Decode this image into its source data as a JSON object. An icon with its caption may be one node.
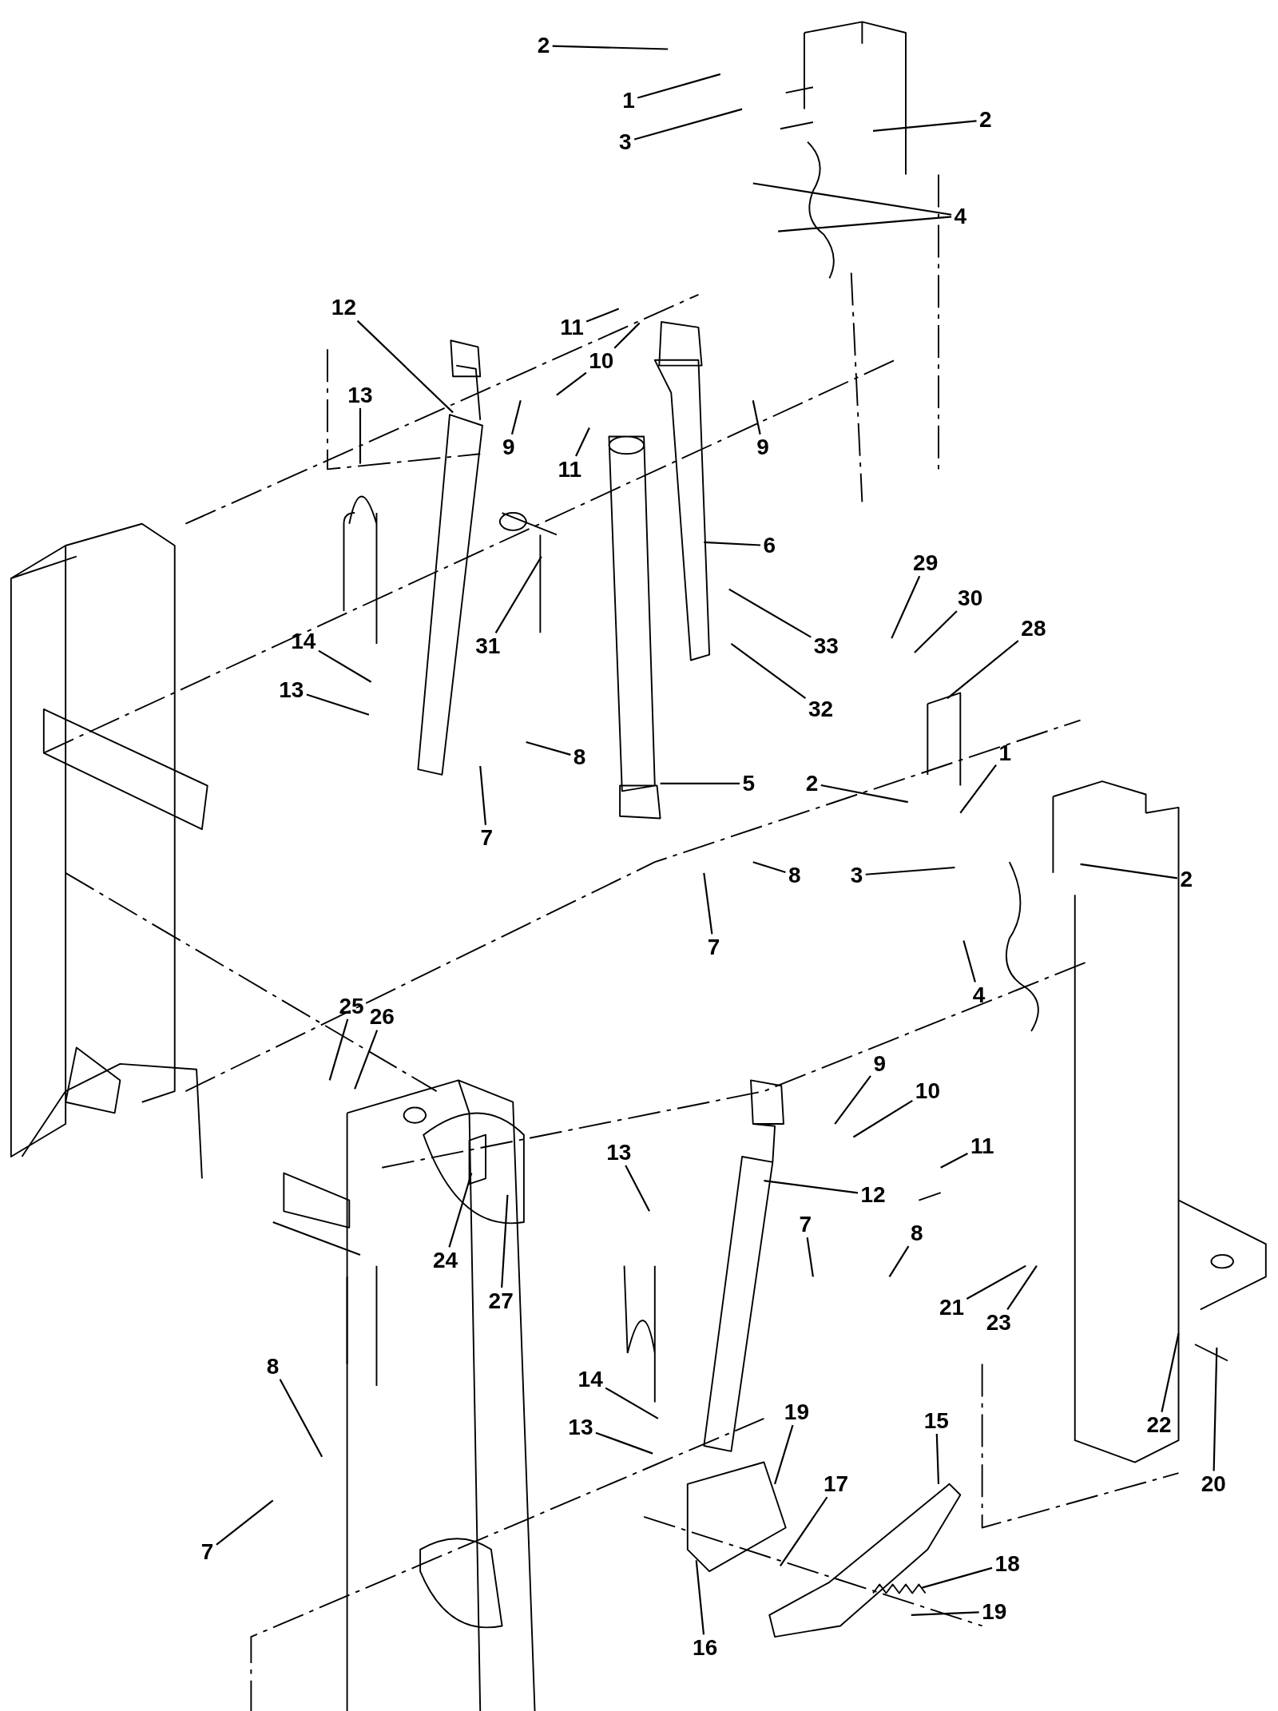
{
  "diagram": {
    "nodes": [
      {
        "text": [
          "2"
        ]
      },
      {
        "text": [
          "1"
        ]
      },
      {
        "text": [
          "2"
        ]
      },
      {
        "text": [
          "3"
        ]
      },
      {
        "text": [
          "4"
        ]
      },
      {
        "text": [
          "12"
        ]
      },
      {
        "text": [
          "11"
        ]
      },
      {
        "text": [
          "10"
        ]
      },
      {
        "text": [
          "13"
        ]
      },
      {
        "text": [
          "9"
        ]
      },
      {
        "text": [
          "9"
        ]
      },
      {
        "text": [
          "11"
        ]
      },
      {
        "text": [
          "6"
        ]
      },
      {
        "text": [
          "29"
        ]
      },
      {
        "text": [
          "30"
        ]
      },
      {
        "text": [
          "28"
        ]
      },
      {
        "text": [
          "14"
        ]
      },
      {
        "text": [
          "31"
        ]
      },
      {
        "text": [
          "33"
        ]
      },
      {
        "text": [
          "13"
        ]
      },
      {
        "text": [
          "32"
        ]
      },
      {
        "text": [
          "8"
        ]
      },
      {
        "text": [
          "1"
        ]
      },
      {
        "text": [
          "2"
        ]
      },
      {
        "text": [
          "5"
        ]
      },
      {
        "text": [
          "7"
        ]
      },
      {
        "text": [
          "8"
        ]
      },
      {
        "text": [
          "3"
        ]
      },
      {
        "text": [
          "2"
        ]
      },
      {
        "text": [
          "7"
        ]
      },
      {
        "text": [
          "4"
        ]
      },
      {
        "text": [
          "25"
        ]
      },
      {
        "text": [
          "26"
        ]
      },
      {
        "text": [
          "9"
        ]
      },
      {
        "text": [
          "10"
        ]
      },
      {
        "text": [
          "11"
        ]
      },
      {
        "text": [
          "13"
        ]
      },
      {
        "text": [
          "12"
        ]
      },
      {
        "text": [
          "7"
        ]
      },
      {
        "text": [
          "8"
        ]
      },
      {
        "text": [
          "24"
        ]
      },
      {
        "text": [
          "27"
        ]
      },
      {
        "text": [
          "21"
        ]
      },
      {
        "text": [
          "23"
        ]
      },
      {
        "text": [
          "8"
        ]
      },
      {
        "text": [
          "14"
        ]
      },
      {
        "text": [
          "19"
        ]
      },
      {
        "text": [
          "15"
        ]
      },
      {
        "text": [
          "22"
        ]
      },
      {
        "text": [
          "13"
        ]
      },
      {
        "text": [
          "20"
        ]
      },
      {
        "text": [
          "17"
        ]
      },
      {
        "text": [
          "7"
        ]
      },
      {
        "text": [
          "18"
        ]
      },
      {
        "text": [
          "19"
        ]
      },
      {
        "text": [
          "16"
        ]
      }
    ],
    "edges": [
      {
        "from": 0,
        "to": null,
        "arrow": "none"
      },
      {
        "from": 1,
        "to": null,
        "arrow": "none"
      },
      {
        "from": 2,
        "to": null,
        "arrow": "none"
      },
      {
        "from": 3,
        "to": null,
        "arrow": "none"
      },
      {
        "from": 4,
        "to": null,
        "arrow": "none"
      },
      {
        "from": 4,
        "to": null,
        "arrow": "none"
      },
      {
        "from": 5,
        "to": null,
        "arrow": "none"
      },
      {
        "from": 6,
        "to": null,
        "arrow": "none"
      },
      {
        "from": 7,
        "to": null,
        "arrow": "none"
      },
      {
        "from": 7,
        "to": null,
        "arrow": "none"
      },
      {
        "from": 8,
        "to": null,
        "arrow": "none"
      },
      {
        "from": 9,
        "to": null,
        "arrow": "none"
      },
      {
        "from": 10,
        "to": null,
        "arrow": "none"
      },
      {
        "from": 11,
        "to": null,
        "arrow": "none"
      },
      {
        "from": 12,
        "to": null,
        "arrow": "none"
      },
      {
        "from": 13,
        "to": null,
        "arrow": "none"
      },
      {
        "from": 14,
        "to": null,
        "arrow": "none"
      },
      {
        "from": 15,
        "to": null,
        "arrow": "none"
      },
      {
        "from": 16,
        "to": null,
        "arrow": "none"
      },
      {
        "from": 17,
        "to": null,
        "arrow": "none"
      },
      {
        "from": 18,
        "to": null,
        "arrow": "none"
      },
      {
        "from": 19,
        "to": null,
        "arrow": "none"
      },
      {
        "from": 20,
        "to": null,
        "arrow": "none"
      },
      {
        "from": 21,
        "to": null,
        "arrow": "none"
      },
      {
        "from": 22,
        "to": null,
        "arrow": "none"
      },
      {
        "from": 23,
        "to": null,
        "arrow": "none"
      },
      {
        "from": 24,
        "to": null,
        "arrow": "none"
      },
      {
        "from": 25,
        "to": null,
        "arrow": "none"
      },
      {
        "from": 26,
        "to": null,
        "arrow": "none"
      },
      {
        "from": 27,
        "to": null,
        "arrow": "none"
      },
      {
        "from": 28,
        "to": null,
        "arrow": "none"
      },
      {
        "from": 29,
        "to": null,
        "arrow": "none"
      },
      {
        "from": 30,
        "to": null,
        "arrow": "none"
      },
      {
        "from": 31,
        "to": null,
        "arrow": "none"
      },
      {
        "from": 32,
        "to": null,
        "arrow": "none"
      },
      {
        "from": 33,
        "to": null,
        "arrow": "none"
      },
      {
        "from": 34,
        "to": null,
        "arrow": "none"
      },
      {
        "from": 35,
        "to": null,
        "arrow": "none"
      },
      {
        "from": 36,
        "to": null,
        "arrow": "none"
      },
      {
        "from": 37,
        "to": null,
        "arrow": "none"
      },
      {
        "from": 38,
        "to": null,
        "arrow": "none"
      },
      {
        "from": 39,
        "to": null,
        "arrow": "none"
      },
      {
        "from": 40,
        "to": null,
        "arrow": "none"
      },
      {
        "from": 41,
        "to": null,
        "arrow": "none"
      },
      {
        "from": 42,
        "to": null,
        "arrow": "none"
      },
      {
        "from": 43,
        "to": null,
        "arrow": "none"
      },
      {
        "from": 44,
        "to": null,
        "arrow": "none"
      },
      {
        "from": 45,
        "to": null,
        "arrow": "none"
      },
      {
        "from": 46,
        "to": null,
        "arrow": "none"
      },
      {
        "from": 47,
        "to": null,
        "arrow": "none"
      },
      {
        "from": 48,
        "to": null,
        "arrow": "none"
      },
      {
        "from": 49,
        "to": null,
        "arrow": "none"
      },
      {
        "from": 50,
        "to": null,
        "arrow": "none"
      },
      {
        "from": 51,
        "to": null,
        "arrow": "none"
      },
      {
        "from": 52,
        "to": null,
        "arrow": "none"
      },
      {
        "from": 53,
        "to": null,
        "arrow": "none"
      },
      {
        "from": 54,
        "to": null,
        "arrow": "none"
      },
      {
        "from": 55,
        "to": null,
        "arrow": "none"
      }
    ]
  }
}
